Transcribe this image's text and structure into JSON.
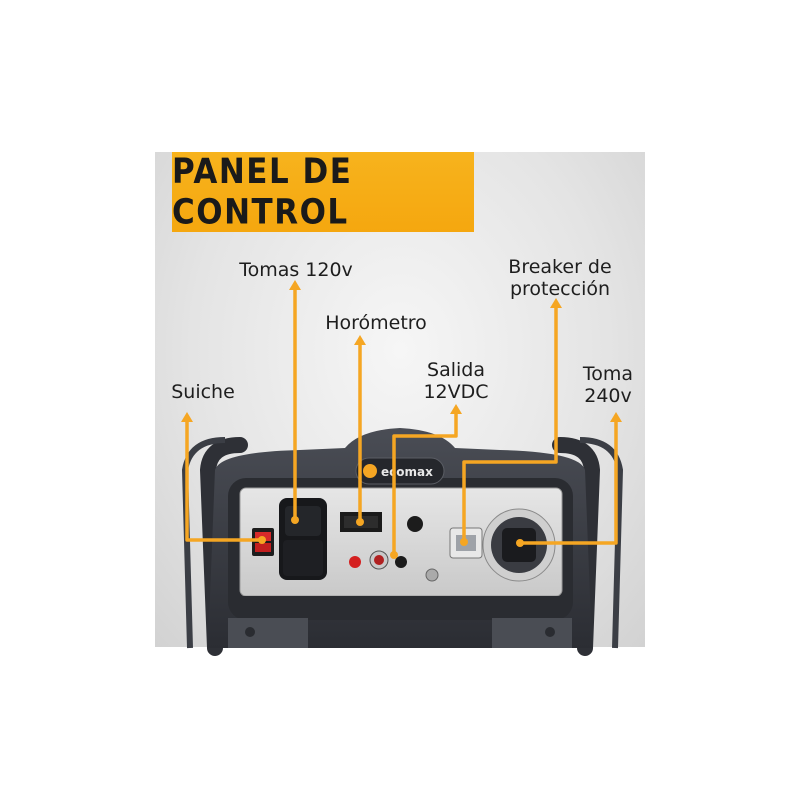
{
  "title": "PANEL DE CONTROL",
  "brand": "ecomax",
  "callouts": {
    "suiche": "Suiche",
    "tomas120": "Tomas 120v",
    "horometro": "Horómetro",
    "salida_line1": "Salida",
    "salida_line2": "12VDC",
    "breaker_line1": "Breaker de",
    "breaker_line2": "protección",
    "toma_line1": "Toma",
    "toma_line2": "240v"
  },
  "colors": {
    "accent": "#f5a70f",
    "leader_line": "#f5a623",
    "panel_frame": "#3a3d44",
    "panel_plate": "#d9d9d9",
    "text": "#1e1e1e"
  }
}
